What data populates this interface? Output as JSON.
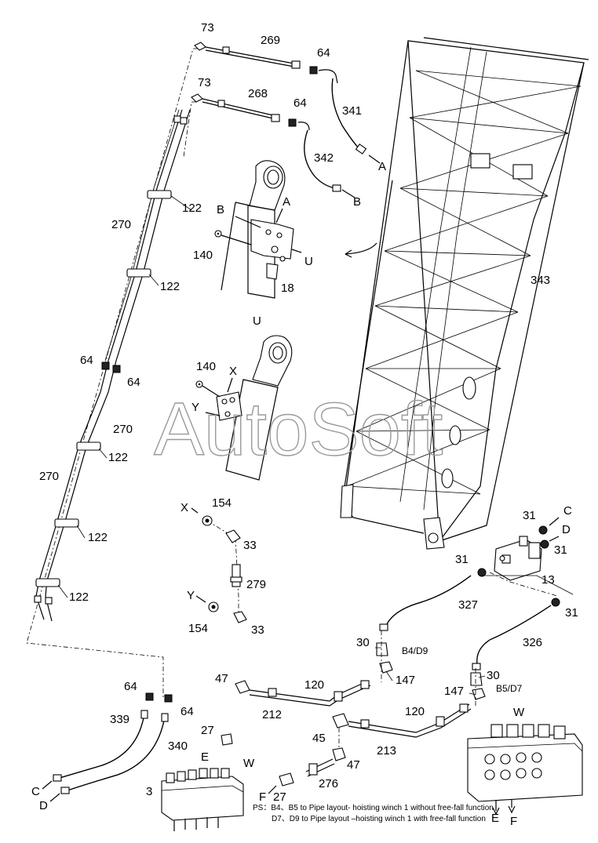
{
  "watermark": "AutoSoft",
  "callouts": {
    "c73a": "73",
    "c73b": "73",
    "c269": "269",
    "c268": "268",
    "c64a": "64",
    "c64b": "64",
    "c341": "341",
    "c342": "342",
    "cA1": "A",
    "cB1": "B",
    "cA2": "A",
    "cB2": "B",
    "c122a": "122",
    "c122b": "122",
    "c122c": "122",
    "c122d": "122",
    "c122e": "122",
    "c270a": "270",
    "c270b": "270",
    "c270c": "270",
    "c140a": "140",
    "c140b": "140",
    "cU1": "U",
    "cU2": "U",
    "c18": "18",
    "c64c": "64",
    "c64d": "64",
    "cX1": "X",
    "cY1": "Y",
    "c343": "343",
    "cX2": "X",
    "c154a": "154",
    "c33a": "33",
    "c279": "279",
    "cY2": "Y",
    "c154b": "154",
    "c33b": "33",
    "c31a": "31",
    "cC1": "C",
    "cD1": "D",
    "c31b": "31",
    "c31c": "31",
    "c13": "13",
    "c327": "327",
    "c31d": "31",
    "c326": "326",
    "c30a": "30",
    "cB4D9": "B4/D9",
    "c147a": "147",
    "c30b": "30",
    "c147b": "147",
    "cB5D7": "B5/D7",
    "c47a": "47",
    "c120a": "120",
    "c212": "212",
    "c120b": "120",
    "c45": "45",
    "c213": "213",
    "c47b": "47",
    "cW1": "W",
    "cW2": "W",
    "c27a": "27",
    "cE1": "E",
    "c64e": "64",
    "c64f": "64",
    "c339": "339",
    "c340": "340",
    "cC2": "C",
    "cD2": "D",
    "c3": "3",
    "cF1": "F",
    "c27b": "27",
    "c276": "276",
    "cE2": "E",
    "cF2": "F"
  },
  "footnote": {
    "line1": "PS：B4、B5 to Pipe layout- hoisting winch 1 without free-fall function",
    "line2": "D7、D9 to Pipe layout –hoisting winch 1 with free-fall function"
  }
}
